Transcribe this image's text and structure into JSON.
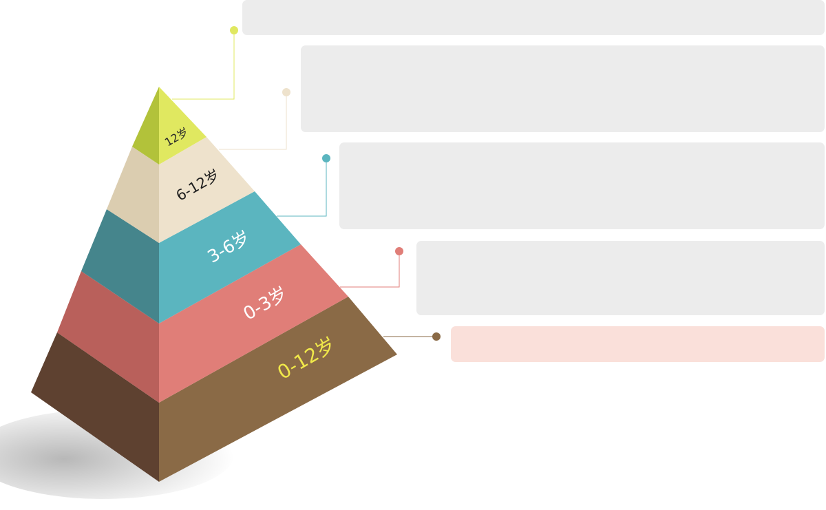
{
  "pyramid": {
    "layers": [
      {
        "label": "12岁",
        "color_front": "#e0e860",
        "color_side": "#b2c23a",
        "label_color": "#2a2a2a"
      },
      {
        "label": "6-12岁",
        "color_front": "#eee2cc",
        "color_side": "#dbcdb0",
        "label_color": "#1e1e1e"
      },
      {
        "label": "3-6岁",
        "color_front": "#5bb5bf",
        "color_side": "#45858c",
        "label_color": "#ffffff"
      },
      {
        "label": "0-3岁",
        "color_front": "#e07e78",
        "color_side": "#b9605b",
        "label_color": "#ffffff"
      },
      {
        "label": "0-12岁",
        "color_front": "#8a6a46",
        "color_side": "#5e4130",
        "label_color": "#f0e84a"
      }
    ]
  },
  "panels": {
    "colors": [
      "#ececec",
      "#ececec",
      "#ececec",
      "#ececec",
      "#fae0da"
    ]
  }
}
